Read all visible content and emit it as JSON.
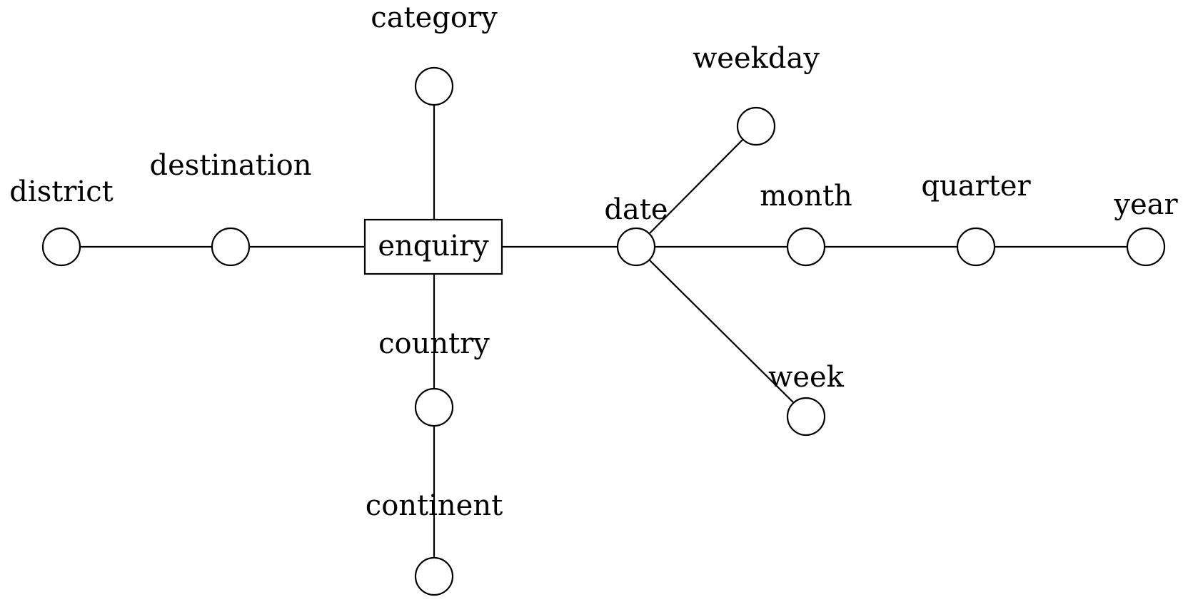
{
  "diagram": {
    "fact": {
      "label": "enquiry"
    },
    "dimensions": {
      "district": "district",
      "destination": "destination",
      "category": "category",
      "country": "country",
      "continent": "continent",
      "date": "date",
      "weekday": "weekday",
      "month": "month",
      "quarter": "quarter",
      "year": "year",
      "week": "week"
    },
    "edges": [
      [
        "district",
        "destination"
      ],
      [
        "destination",
        "enquiry"
      ],
      [
        "category",
        "enquiry"
      ],
      [
        "enquiry",
        "country"
      ],
      [
        "country",
        "continent"
      ],
      [
        "enquiry",
        "date"
      ],
      [
        "date",
        "weekday"
      ],
      [
        "date",
        "month"
      ],
      [
        "month",
        "quarter"
      ],
      [
        "quarter",
        "year"
      ],
      [
        "date",
        "week"
      ]
    ],
    "colors": {
      "stroke": "#000000",
      "background": "#ffffff"
    }
  }
}
